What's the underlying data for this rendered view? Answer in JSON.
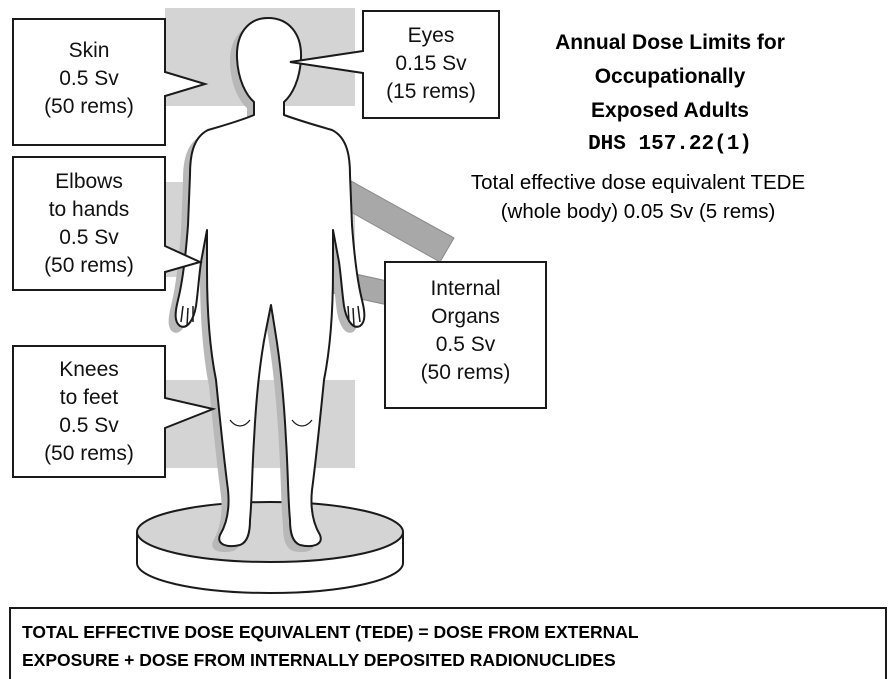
{
  "title": {
    "line1": "Annual Dose Limits for",
    "line2": "Occupationally",
    "line3": "Exposed Adults",
    "code": "DHS 157.22(1)"
  },
  "tede_note": {
    "line1": "Total effective dose equivalent TEDE",
    "line2": "(whole body) 0.05 Sv (5 rems)"
  },
  "callouts": {
    "skin": {
      "label": "Skin",
      "dose": "0.5 Sv",
      "rems": "(50 rems)"
    },
    "eyes": {
      "label": "Eyes",
      "dose": "0.15 Sv",
      "rems": "(15 rems)"
    },
    "elbows": {
      "label1": "Elbows",
      "label2": "to hands",
      "dose": "0.5 Sv",
      "rems": "(50 rems)"
    },
    "internal": {
      "label1": "Internal",
      "label2": "Organs",
      "dose": "0.5 Sv",
      "rems": "(50 rems)"
    },
    "knees": {
      "label1": "Knees",
      "label2": "to feet",
      "dose": "0.5 Sv",
      "rems": "(50 rems)"
    }
  },
  "formula": {
    "line1": "TOTAL EFFECTIVE DOSE EQUIVALENT (TEDE) =  DOSE FROM EXTERNAL",
    "line2": "EXPOSURE + DOSE FROM INTERNALLY DEPOSITED RADIONUCLIDES"
  },
  "colors": {
    "shade": "#d4d4d4",
    "arrow": "#a8a8a8",
    "outline": "#1a1a1a"
  }
}
